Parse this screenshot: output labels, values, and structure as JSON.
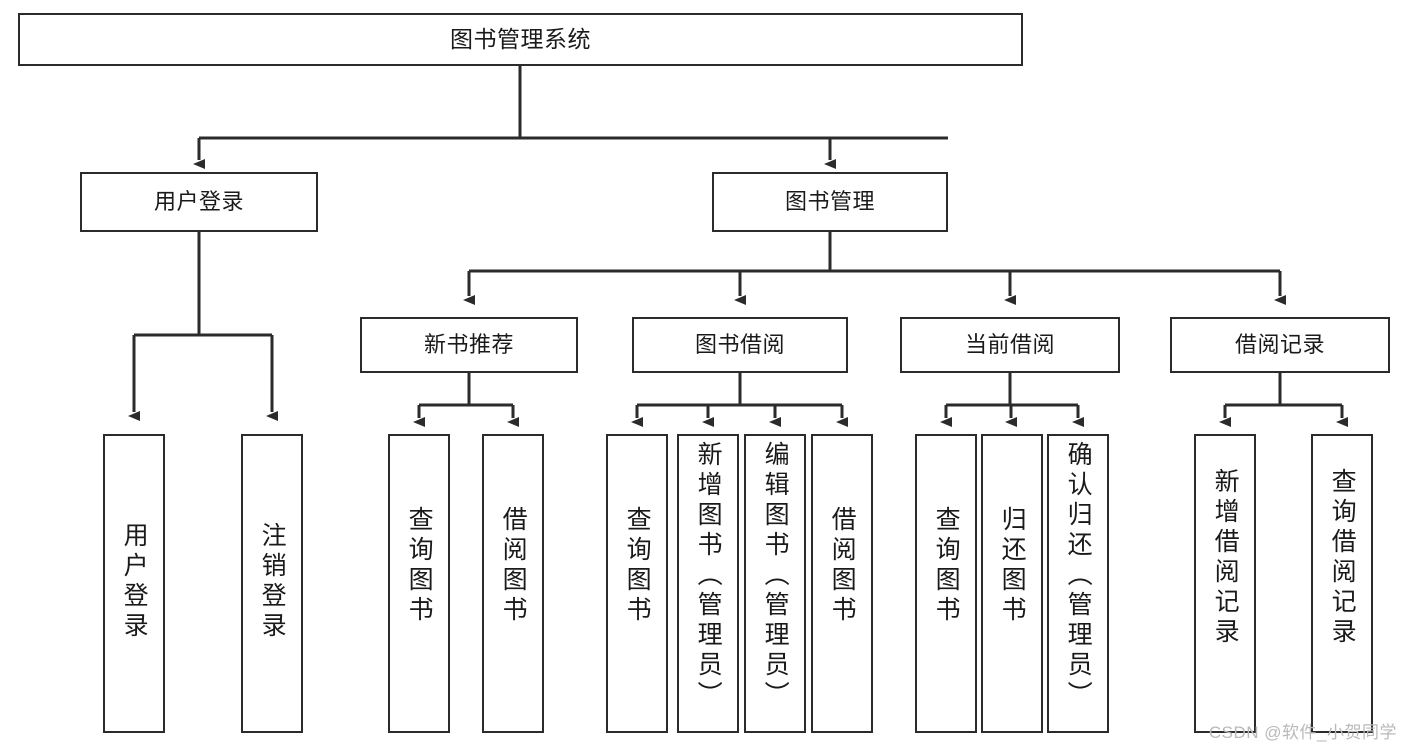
{
  "diagram": {
    "title_node": {
      "id": "root",
      "label": "图书管理系统"
    },
    "level2": [
      {
        "id": "user-login",
        "label": "用户登录"
      },
      {
        "id": "book-management",
        "label": "图书管理"
      }
    ],
    "level3": [
      {
        "id": "new-book-recommend",
        "label": "新书推荐"
      },
      {
        "id": "book-borrow",
        "label": "图书借阅"
      },
      {
        "id": "current-borrow",
        "label": "当前借阅"
      },
      {
        "id": "borrow-record",
        "label": "借阅记录"
      }
    ],
    "leaves": [
      {
        "id": "leaf-user-login",
        "label": "用户登录"
      },
      {
        "id": "leaf-logout-login",
        "label": "注销登录"
      },
      {
        "id": "leaf-query-books-1",
        "label": "查询图书"
      },
      {
        "id": "leaf-borrow-books-1",
        "label": "借阅图书"
      },
      {
        "id": "leaf-query-books-2",
        "label": "查询图书"
      },
      {
        "id": "leaf-add-book-admin",
        "label": "新增图书（管理员）"
      },
      {
        "id": "leaf-edit-book-admin",
        "label": "编辑图书（管理员）"
      },
      {
        "id": "leaf-borrow-books-2",
        "label": "借阅图书"
      },
      {
        "id": "leaf-query-books-3",
        "label": "查询图书"
      },
      {
        "id": "leaf-return-books",
        "label": "归还图书"
      },
      {
        "id": "leaf-confirm-return-admin",
        "label": "确认归还（管理员）"
      },
      {
        "id": "leaf-add-borrow-record",
        "label": "新增借阅记录"
      },
      {
        "id": "leaf-query-borrow-record",
        "label": "查询借阅记录"
      }
    ]
  },
  "watermark": {
    "text": "CSDN @软件_小贺同学"
  },
  "colors": {
    "border": "#2b2b2b",
    "background": "#ffffff",
    "text": "#1a1a1a",
    "watermark": "#b9b9b9"
  }
}
